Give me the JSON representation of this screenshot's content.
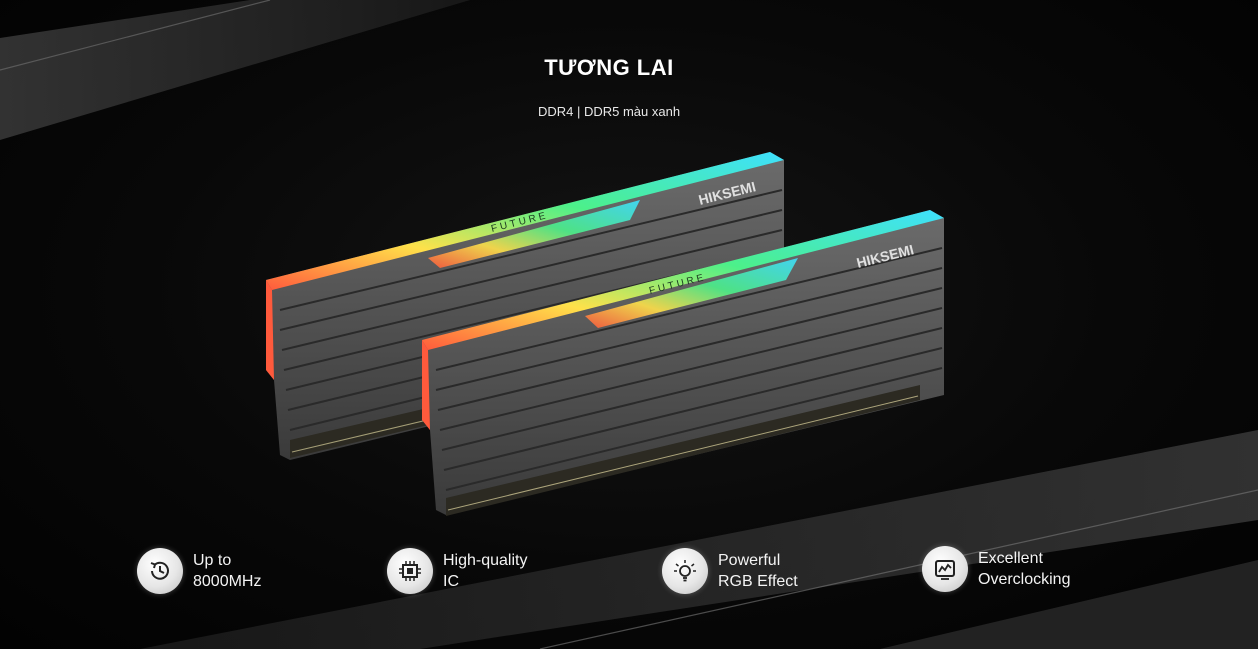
{
  "header": {
    "title": "TƯƠNG LAI",
    "subtitle": "DDR4 | DDR5 màu xanh"
  },
  "product": {
    "brand_label": "HIKSEMI",
    "series_label": "FUTURE"
  },
  "features": [
    {
      "icon": "clock-speed-icon",
      "line1": "Up to",
      "line2": "8000MHz"
    },
    {
      "icon": "chip-icon",
      "line1": "High-quality",
      "line2": "IC"
    },
    {
      "icon": "light-bulb-icon",
      "line1": "Powerful",
      "line2": "RGB Effect"
    },
    {
      "icon": "monitor-chart-icon",
      "line1": "Excellent",
      "line2": "Overclocking"
    }
  ],
  "colors": {
    "background": "#050505",
    "heatsink": "#5a5a5a",
    "rgb_red": "#ff5a3c",
    "rgb_yellow": "#ffe14a",
    "rgb_green": "#4cf08a",
    "rgb_cyan": "#3ee0ff"
  }
}
